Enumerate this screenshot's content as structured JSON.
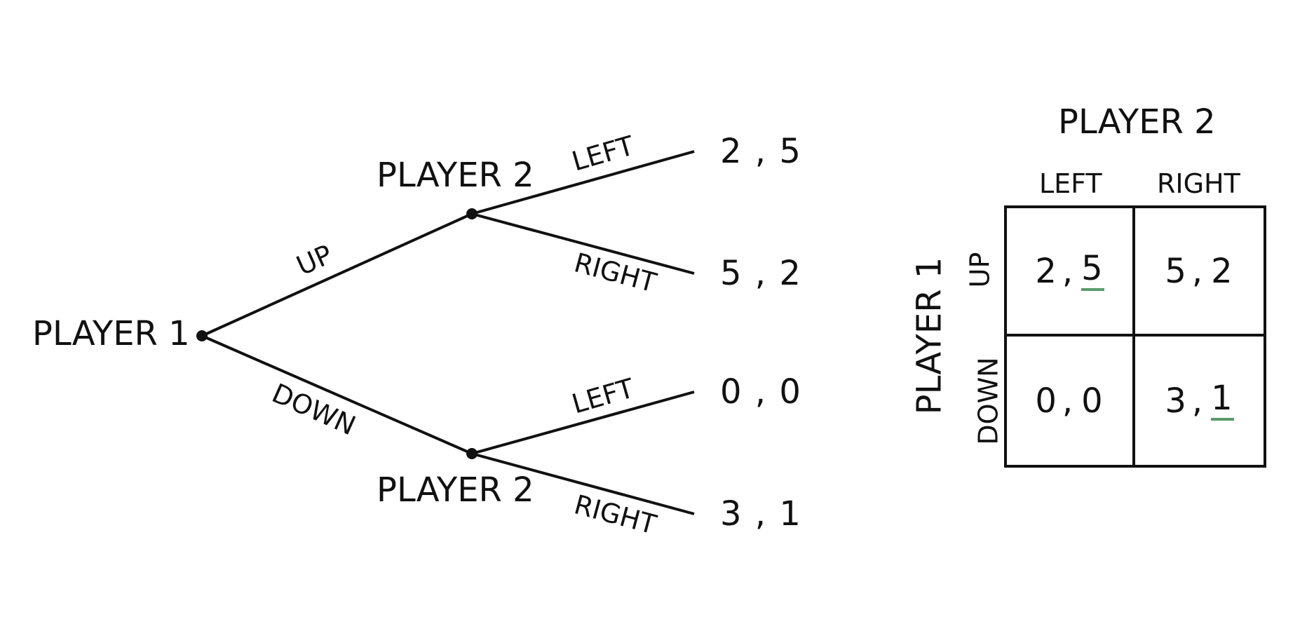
{
  "tree": {
    "root_label": "PLAYER 1",
    "upper_node_label": "PLAYER 2",
    "lower_node_label": "PLAYER 2",
    "moves": {
      "up": "UP",
      "down": "DOWN",
      "upper_left": "LEFT",
      "upper_right": "RIGHT",
      "lower_left": "LEFT",
      "lower_right": "RIGHT"
    },
    "payoffs": {
      "up_left": "2 , 5",
      "up_right": "5 , 2",
      "down_left": "0 , 0",
      "down_right": "3 , 1"
    }
  },
  "matrix": {
    "col_player": "PLAYER 2",
    "row_player": "PLAYER 1",
    "col_labels": [
      "LEFT",
      "RIGHT"
    ],
    "row_labels": [
      "UP",
      "DOWN"
    ],
    "cells": {
      "up_left": {
        "p1": "2",
        "p2": "5",
        "best": "p2"
      },
      "up_right": {
        "p1": "5",
        "p2": "2",
        "best": ""
      },
      "down_left": {
        "p1": "0",
        "p2": "0",
        "best": ""
      },
      "down_right": {
        "p1": "3",
        "p2": "1",
        "best": "p2"
      }
    },
    "separator": ",",
    "best_response_color": "#5a9a6a"
  },
  "colors": {
    "line": "#111111",
    "background": "#ffffff"
  }
}
